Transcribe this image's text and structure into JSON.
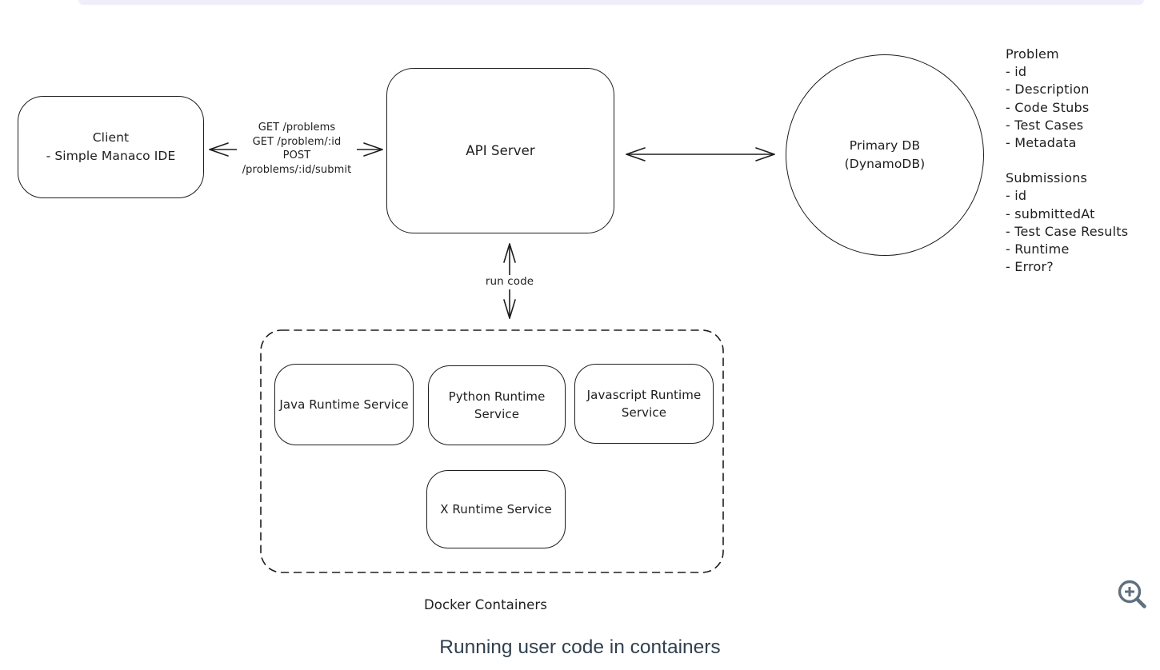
{
  "client": {
    "line1": "Client",
    "line2": "- Simple Manaco IDE"
  },
  "api_server": {
    "label": "API Server"
  },
  "primary_db": {
    "line1": "Primary DB",
    "line2": "(DynamoDB)"
  },
  "client_api_arrow": {
    "lines": [
      "GET /problems",
      "GET /problem/:id",
      "POST",
      "/problems/:id/submit"
    ]
  },
  "run_code_arrow": {
    "label": "run code"
  },
  "db_schema": {
    "problem_title": "Problem",
    "problem_fields": [
      "- id",
      "- Description",
      "- Code Stubs",
      "- Test Cases",
      "- Metadata"
    ],
    "submissions_title": "Submissions",
    "submissions_fields": [
      "- id",
      "- submittedAt",
      "- Test Case Results",
      "- Runtime",
      "- Error?"
    ]
  },
  "docker": {
    "java_service": "Java Runtime Service",
    "python_service_line1": "Python Runtime",
    "python_service_line2": "Service",
    "js_service_line1": "Javascript Runtime",
    "js_service_line2": "Service",
    "x_service": "X Runtime Service",
    "group_label": "Docker Containers"
  },
  "caption": "Running user code in containers",
  "icons": {
    "zoom_in": "magnifier-with-plus"
  },
  "colors": {
    "stroke": "#1e1e1e",
    "caption_text": "#31404f",
    "zoom_icon": "#5f707f",
    "top_strip": "#f1eefb"
  }
}
